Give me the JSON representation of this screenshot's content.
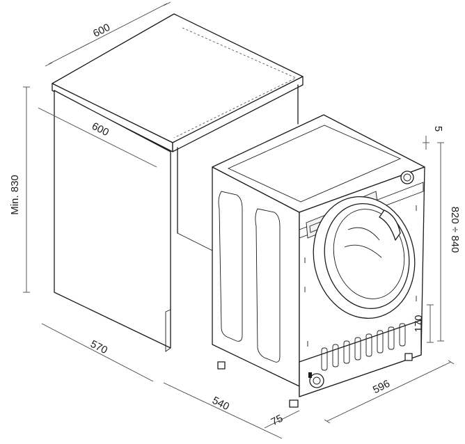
{
  "dimensions": {
    "cabinet_top_width": "600",
    "cabinet_width": "600",
    "cabinet_height": "Min. 830",
    "cabinet_depth": "570",
    "machine_depth": "540",
    "door_offset": "75",
    "machine_width": "596",
    "top_gap": "5",
    "machine_height": "820 ÷ 840",
    "plinth_height": "170"
  }
}
